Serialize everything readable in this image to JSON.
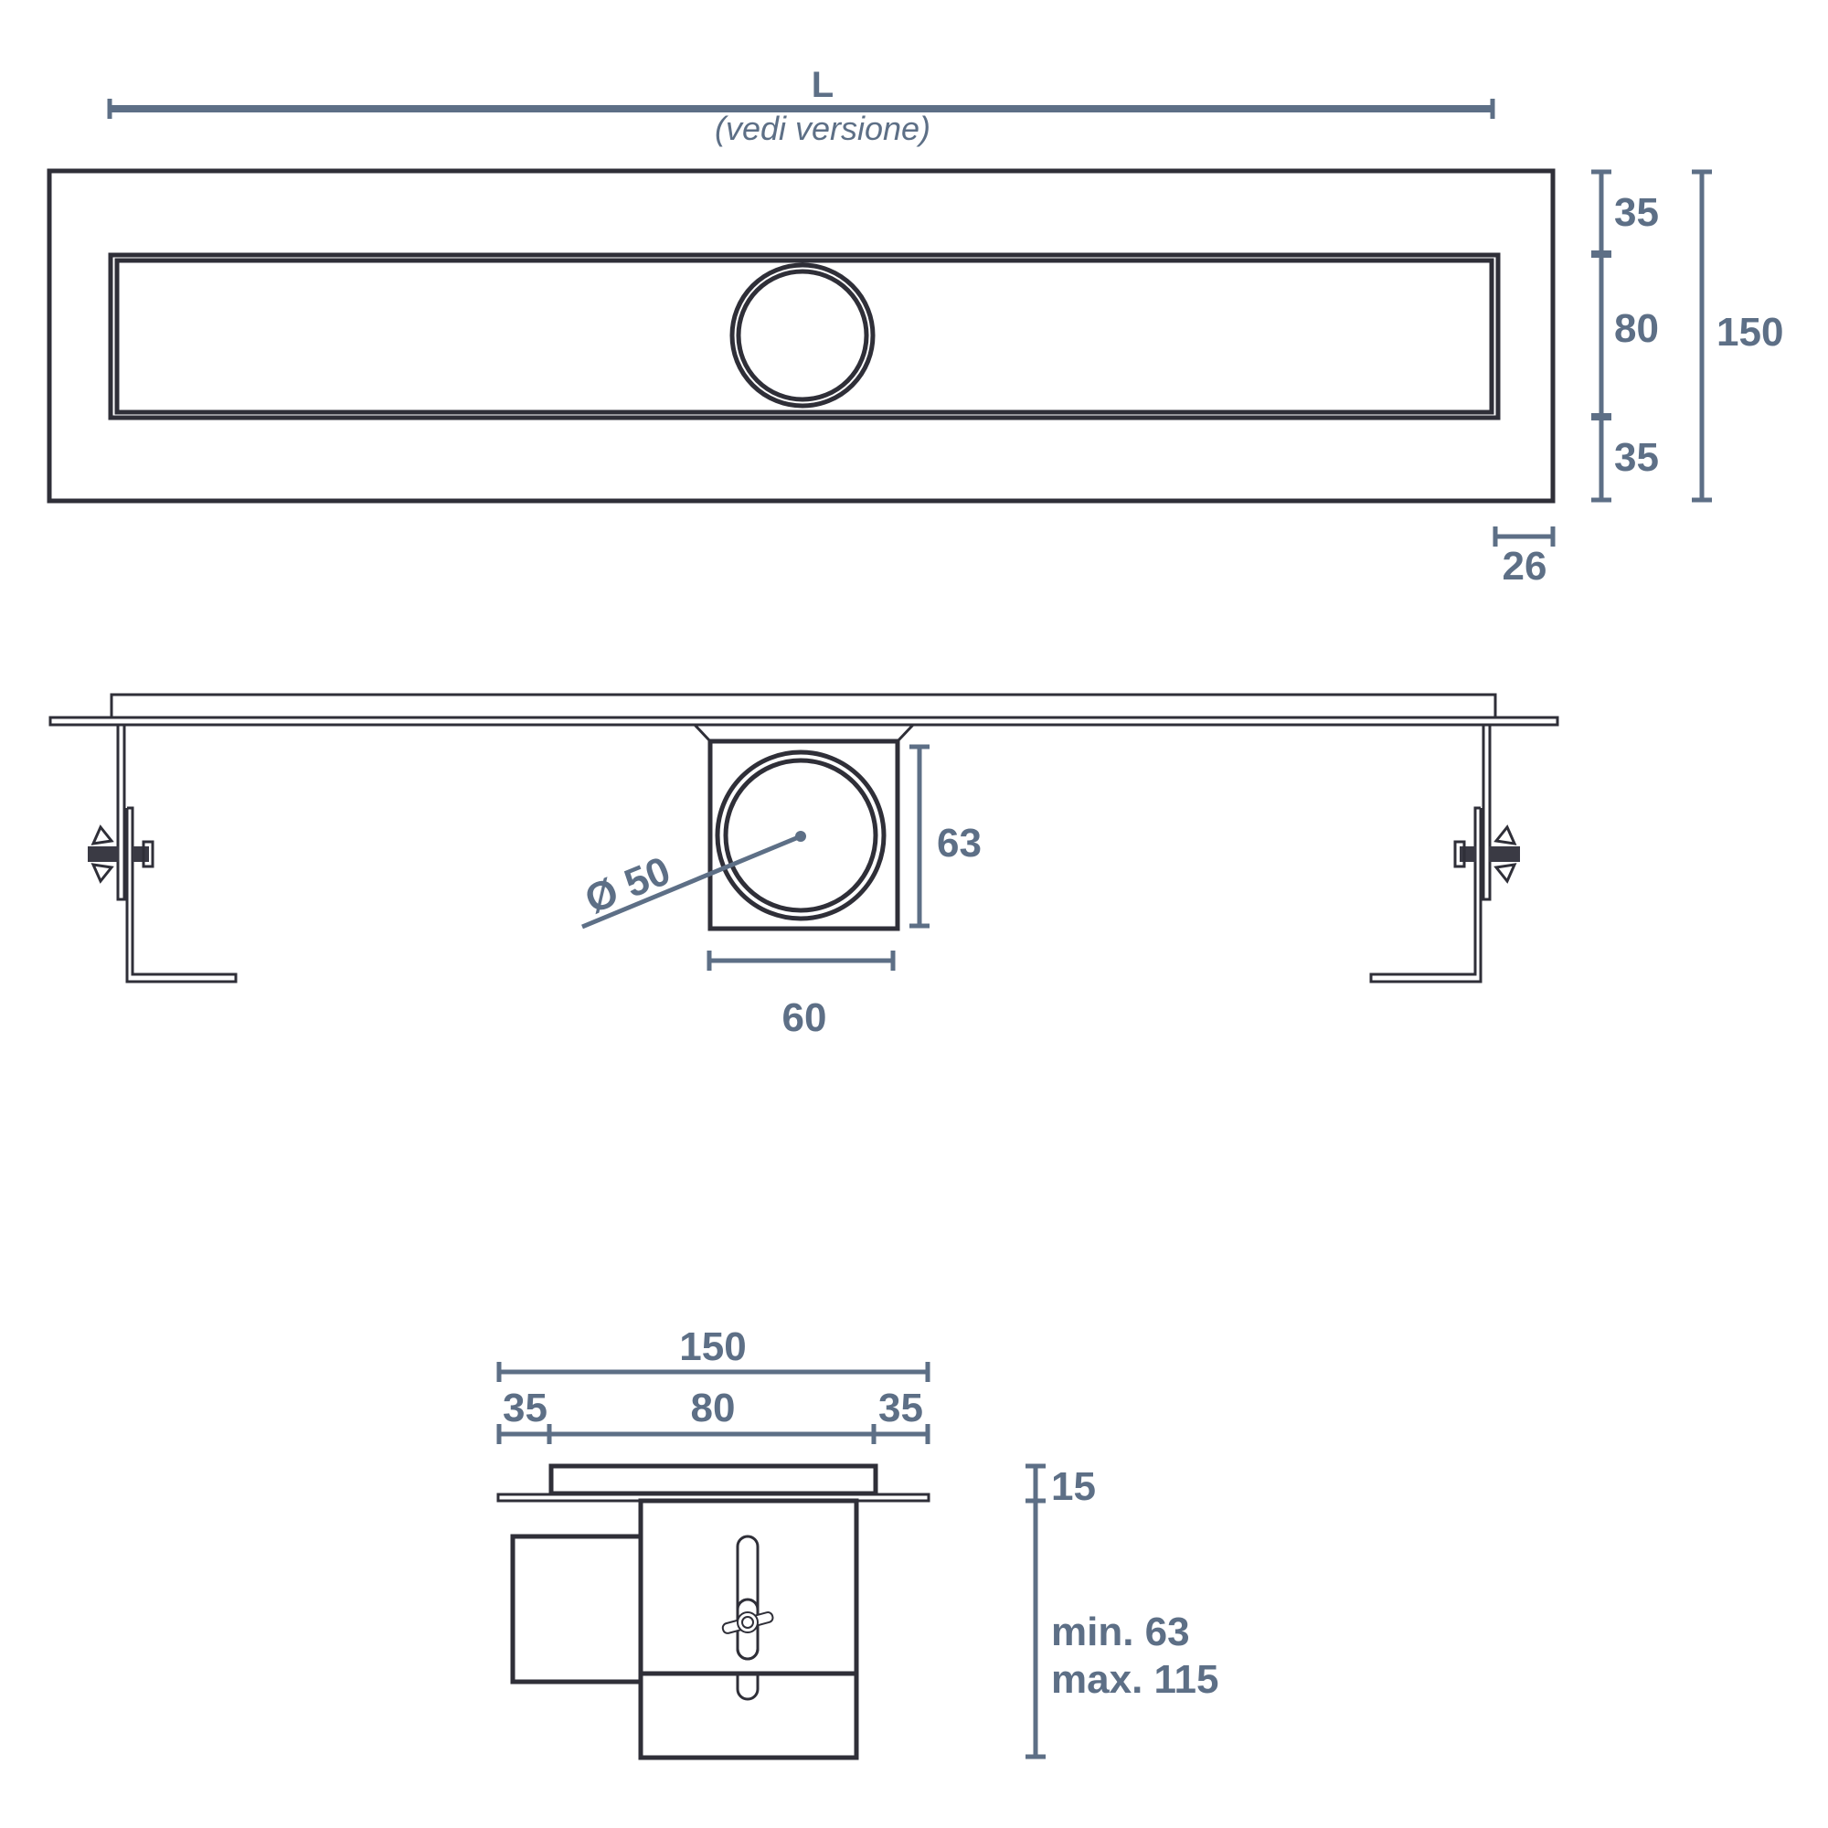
{
  "colors": {
    "outline": "#2f2f38",
    "dimension": "#5d6f86",
    "background": "#ffffff"
  },
  "top_view": {
    "length_label": "L",
    "length_note": "(vedi versione)",
    "vertical_dims": [
      "35",
      "80",
      "35"
    ],
    "total_width": "150",
    "edge_offset": "26"
  },
  "side_view": {
    "pipe_diameter": "Ø 50",
    "outlet_height": "63",
    "outlet_width": "60"
  },
  "section_view": {
    "total_width": "150",
    "segments": [
      "35",
      "80",
      "35"
    ],
    "cover_height": "15",
    "height_min": "min. 63",
    "height_max": "max. 115"
  }
}
